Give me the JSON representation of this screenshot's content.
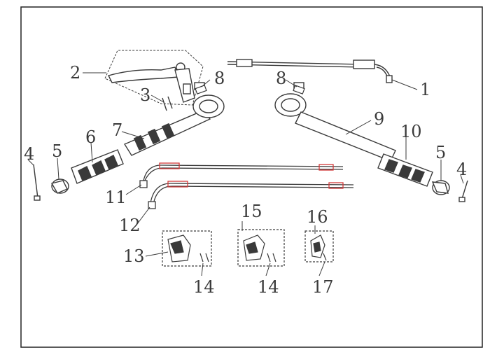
{
  "diagram": {
    "callouts": {
      "c1": "1",
      "c2": "2",
      "c3": "3",
      "c4a": "4",
      "c4b": "4",
      "c5a": "5",
      "c5b": "5",
      "c6": "6",
      "c7": "7",
      "c8a": "8",
      "c8b": "8",
      "c9": "9",
      "c10": "10",
      "c11": "11",
      "c12": "12",
      "c13": "13",
      "c14a": "14",
      "c14b": "14",
      "c15": "15",
      "c16": "16",
      "c17": "17"
    },
    "colors": {
      "line": "#3a3a3a",
      "accent_red": "#d23a3a",
      "fill_light": "#f2f2f2"
    }
  }
}
